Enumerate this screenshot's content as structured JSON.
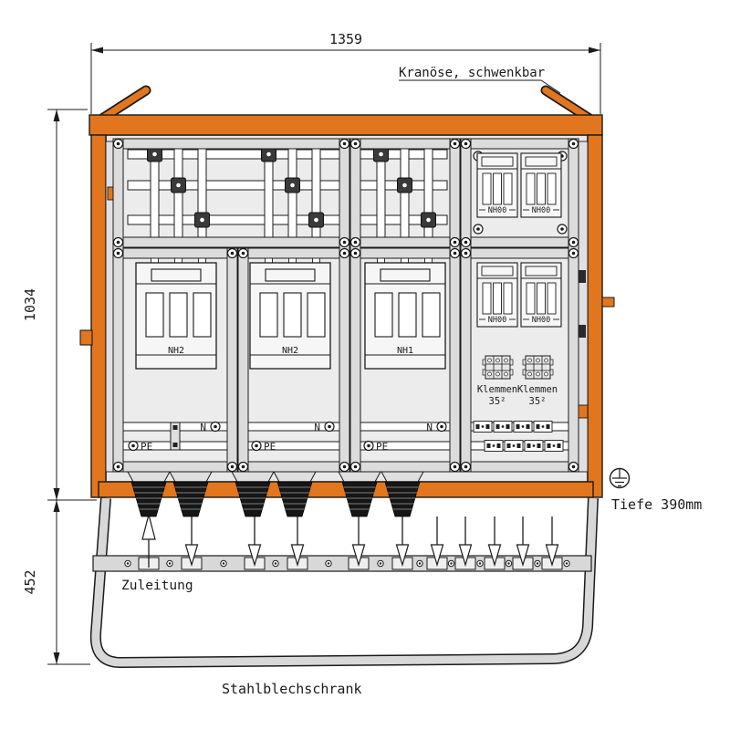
{
  "dimensions": {
    "width": "1359",
    "height": "1034",
    "base": "452",
    "depth": "Tiefe 390mm"
  },
  "annotations": {
    "crane": "Kranöse, schwenkbar",
    "supply": "Zuleitung",
    "cabinet_type": "Stahlblechschrank"
  },
  "units": {
    "nh2_1": "NH2",
    "nh2_2": "NH2",
    "nh1": "NH1",
    "nh00_top_1": "NH00",
    "nh00_top_2": "NH00",
    "nh00_mid_1": "NH00",
    "nh00_mid_2": "NH00"
  },
  "terminals": {
    "klemmen_label": "Klemmen",
    "klemmen_size": "35²"
  },
  "bus": {
    "neutral": "N",
    "earth": "PE"
  },
  "colors": {
    "frame_orange": "#E2761E",
    "outline": "#1B1B1B",
    "interior_gray": "#E8E8E8",
    "panel_gray": "#ECECEC",
    "stand_gray": "#D8D8D8"
  }
}
